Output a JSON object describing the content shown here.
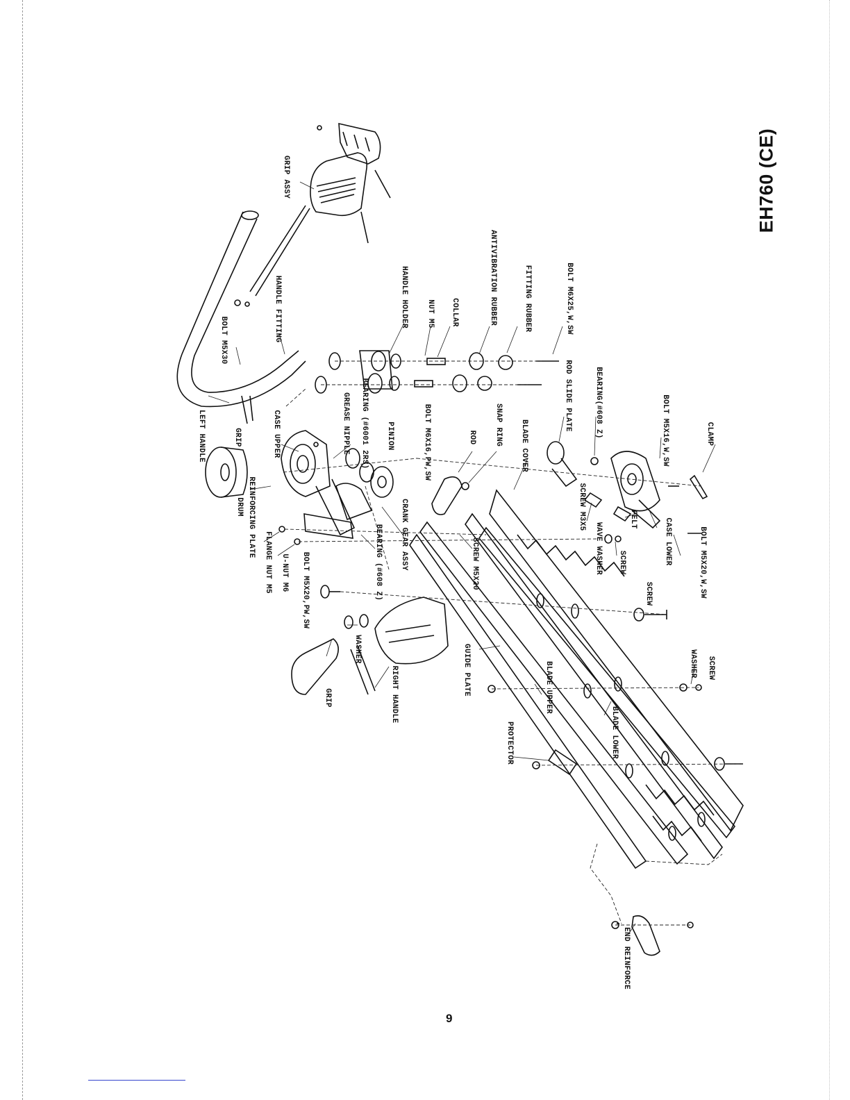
{
  "document": {
    "model_title": "EH760 (CE)",
    "page_number": "9"
  },
  "parts": {
    "grip_assy": "GRIP ASSY",
    "handle_fitting": "HANDLE FITTING",
    "bolt_m5x30": "BOLT M5X30",
    "left_handle": "LEFT HANDLE",
    "grip_left": "GRIP",
    "handle_holder": "HANDLE HOLDER",
    "nut_m5": "NUT M5",
    "collar": "COLLAR",
    "antivibration_rubber": "ANTIVIBRATION RUBBER",
    "fitting_rubber": "FITTING RUBBER",
    "bolt_m6x25_top": "BOLT M6X25,W,SW",
    "drum": "DRUM",
    "case_upper": "CASE UPPER",
    "grease_nipple": "GREASE NIPPLE",
    "bearing_6001": "BEARING (#6001 2RS)",
    "pinion": "PINION",
    "bolt_m6x16_pw": "BOLT M6X16,PW,SW",
    "rod": "ROD",
    "snap_ring": "SNAP RING",
    "blade_cover": "BLADE COVER",
    "rod_slide_plate": "ROD SLIDE PLATE",
    "bearing_608_right": "BEARING(#608 Z)",
    "bolt_m5x16": "BOLT M5X16,W,SW",
    "clamp": "CLAMP",
    "reinforcing_plate": "REINFORCING PLATE",
    "flange_nut_m5": "FLANGE NUT M5",
    "u_nut_m6": "U-NUT M6",
    "bolt_m5x20_pw": "BOLT M5X20,PW,SW",
    "bearing_608_left": "BEARING (#608 Z)",
    "crank_gear_assy": "CRANK GEAR ASSY",
    "screw_m5x20": "SCREW M5X20",
    "screw_m3x5": "SCREW M3X5",
    "felt": "FELT",
    "wave_washer": "WAVE WASHER",
    "screw_mid": "SCREW",
    "case_lower": "CASE LOWER",
    "bolt_m5x20_w": "BOLT M5X20,W,SW",
    "screw_low": "SCREW",
    "washer_left": "WASHER",
    "grip_right": "GRIP",
    "right_handle": "RIGHT HANDLE",
    "guide_plate": "GUIDE PLATE",
    "blade_upper": "BLADE UPPER",
    "washer_right": "WASHER",
    "screw_right": "SCREW",
    "protector": "PROTECTOR",
    "blade_lower": "BLADE LOWER",
    "end_reinforce": "END REINFORCE"
  }
}
